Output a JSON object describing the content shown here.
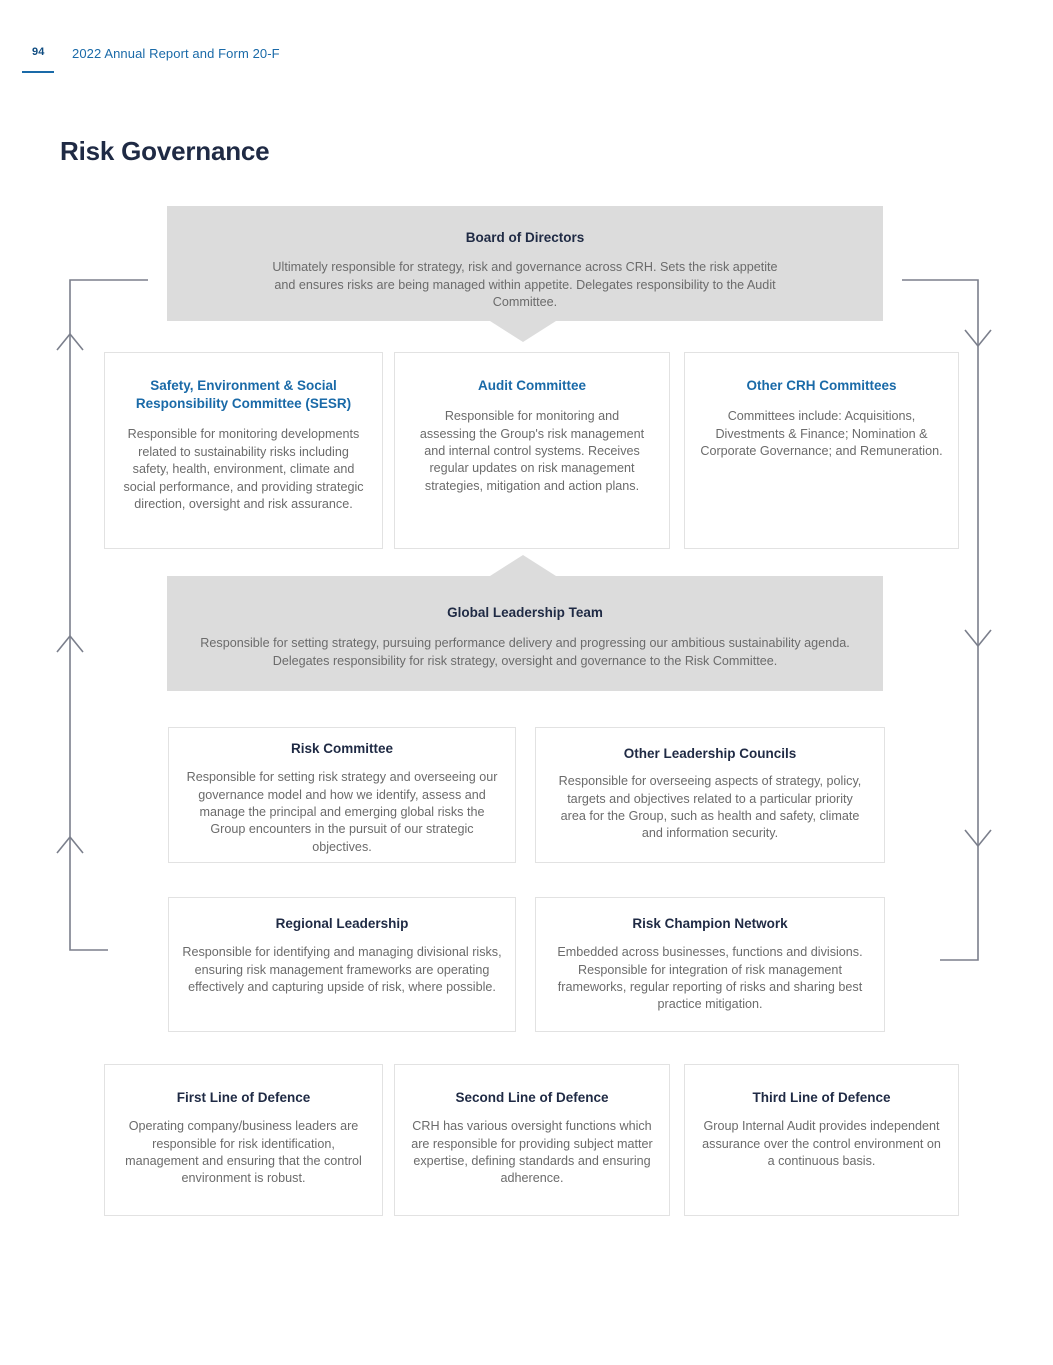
{
  "header": {
    "page_number": "94",
    "document_title": "2022 Annual Report and Form 20-F"
  },
  "page": {
    "title": "Risk Governance"
  },
  "colors": {
    "accent_blue": "#1a6aa8",
    "heading_navy": "#1f2a44",
    "panel_grey": "#dcdcdc",
    "body_grey": "#6b6b6b",
    "box_border": "#e2e2e2",
    "connector": "#7b7f8c"
  },
  "diagram": {
    "board": {
      "title": "Board of Directors",
      "body": "Ultimately responsible for strategy, risk and governance across CRH. Sets the risk appetite and ensures risks are being managed within appetite. Delegates responsibility to the Audit Committee."
    },
    "committees": [
      {
        "title": "Safety, Environment & Social Responsibility Committee (SESR)",
        "body": "Responsible for monitoring developments related to sustainability risks including safety, health, environment, climate and social performance, and providing strategic direction, oversight and risk assurance."
      },
      {
        "title": "Audit Committee",
        "body": "Responsible for monitoring and assessing the Group's risk management and internal control systems. Receives regular updates on risk management strategies, mitigation and action plans."
      },
      {
        "title": "Other CRH Committees",
        "body": "Committees include: Acquisitions, Divestments & Finance; Nomination & Corporate Governance; and Remuneration."
      }
    ],
    "global_leadership_team": {
      "title": "Global Leadership Team",
      "body": "Responsible for setting strategy, pursuing performance delivery and progressing our ambitious sustainability agenda. Delegates responsibility for risk strategy, oversight and governance to the Risk Committee."
    },
    "leadership_row": [
      {
        "title": "Risk Committee",
        "body": "Responsible for setting risk strategy and overseeing our governance model and how we identify, assess and manage the principal and emerging global risks the Group encounters in the pursuit of our strategic objectives."
      },
      {
        "title": "Other Leadership Councils",
        "body": "Responsible for overseeing aspects of strategy, policy, targets and objectives related to a particular priority area for the Group, such as health and safety, climate and information security."
      }
    ],
    "regional_row": [
      {
        "title": "Regional Leadership",
        "body": "Responsible for identifying and managing divisional risks, ensuring risk management frameworks are operating effectively and capturing upside of risk, where possible."
      },
      {
        "title": "Risk Champion Network",
        "body": "Embedded across businesses, functions and divisions. Responsible for integration of risk management frameworks, regular reporting of risks and sharing best practice mitigation."
      }
    ],
    "lines_of_defence": [
      {
        "title": "First Line of Defence",
        "body": "Operating company/business leaders are responsible for risk identification, management and ensuring that the control environment is robust."
      },
      {
        "title": "Second Line of Defence",
        "body": "CRH has various oversight functions which are responsible for providing subject matter expertise, defining standards and ensuring adherence."
      },
      {
        "title": "Third Line of Defence",
        "body": "Group Internal Audit provides independent assurance over the control environment on a continuous basis."
      }
    ]
  }
}
